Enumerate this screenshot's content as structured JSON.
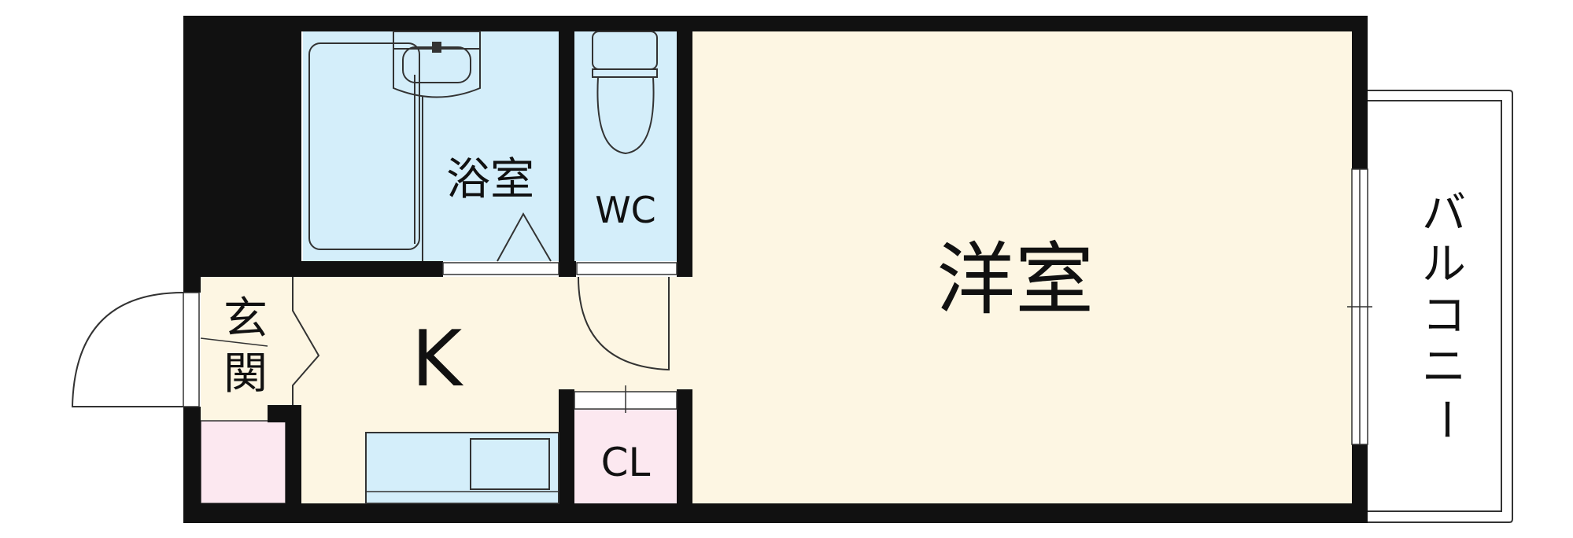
{
  "floor_plan": {
    "rooms": {
      "western_room": {
        "label": "洋室",
        "fill": "#FDF6E3"
      },
      "kitchen": {
        "label": "K",
        "fill": "#FDF6E3"
      },
      "bathroom": {
        "label": "浴室",
        "fill": "#D4EEFA"
      },
      "toilet": {
        "label": "WC",
        "fill": "#D4EEFA"
      },
      "closet": {
        "label": "CL",
        "fill": "#FCE8F0"
      },
      "entrance_char_1": "玄",
      "entrance_char_2": "関",
      "balcony_char_1": "バ",
      "balcony_char_2": "ル",
      "balcony_char_3": "コ",
      "balcony_char_4": "ニ",
      "balcony_char_5": "ー"
    },
    "colors": {
      "wall": "#111111",
      "floor_beige": "#FDF6E3",
      "wet_area_blue": "#D4EEFA",
      "storage_pink": "#FCE8F0",
      "fixture_line": "#333333"
    }
  }
}
